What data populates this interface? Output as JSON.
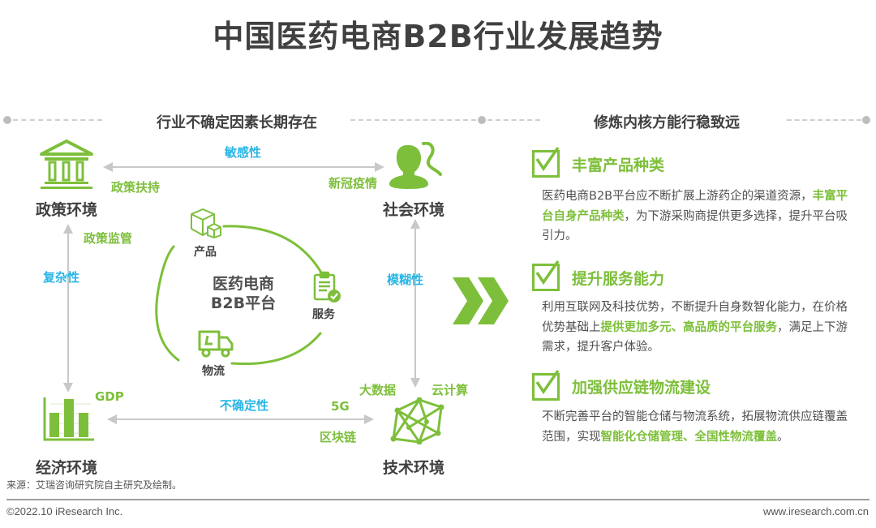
{
  "title": "中国医药电商B2B行业发展趋势",
  "left_section": {
    "heading": "行业不确定因素长期存在",
    "environments": {
      "policy": {
        "label": "政策环境",
        "icon": "government-building-icon"
      },
      "society": {
        "label": "社会环境",
        "icon": "people-icon"
      },
      "economy": {
        "label": "经济环境",
        "icon": "bar-chart-icon"
      },
      "technology": {
        "label": "技术环境",
        "icon": "network-mesh-icon"
      }
    },
    "edge_labels": {
      "top": "敏感性",
      "left": "复杂性",
      "right": "模糊性",
      "bottom": "不确定性"
    },
    "factors": {
      "policy_support": "政策扶持",
      "policy_regulation": "政策监管",
      "covid": "新冠疫情",
      "gdp": "GDP",
      "big_data": "大数据",
      "cloud_computing": "云计算",
      "five_g": "5G",
      "blockchain": "区块链"
    },
    "center": {
      "line1": "医药电商",
      "line2": "B2B平台",
      "nodes": [
        {
          "label": "产品",
          "icon": "boxes-icon"
        },
        {
          "label": "服务",
          "icon": "clipboard-check-icon"
        },
        {
          "label": "物流",
          "icon": "delivery-truck-icon"
        }
      ]
    }
  },
  "right_section": {
    "heading": "修炼内核方能行稳致远",
    "items": [
      {
        "title": "丰富产品种类",
        "body_parts": [
          {
            "text": "医药电商B2B平台应不断扩展上游药企的渠道资源，",
            "highlight": false
          },
          {
            "text": "丰富平台自身产品种类",
            "highlight": true
          },
          {
            "text": "，为下游采购商提供更多选择，提升平台吸引力。",
            "highlight": false
          }
        ]
      },
      {
        "title": "提升服务能力",
        "body_parts": [
          {
            "text": "利用互联网及科技优势，不断提升自身数智化能力，在价格优势基础上",
            "highlight": false
          },
          {
            "text": "提供更加多元、高品质的平台服务",
            "highlight": true
          },
          {
            "text": "，满足上下游需求，提升客户体验。",
            "highlight": false
          }
        ]
      },
      {
        "title": "加强供应链物流建设",
        "body_parts": [
          {
            "text": "不断完善平台的智能仓储与物流系统，拓展物流供应链覆盖范围，实现",
            "highlight": false
          },
          {
            "text": "智能化仓储管理、全国性物流覆盖",
            "highlight": true
          },
          {
            "text": "。",
            "highlight": false
          }
        ]
      }
    ]
  },
  "source": "来源：艾瑞咨询研究院自主研究及绘制。",
  "footer": {
    "copyright": "©2022.10 iResearch Inc.",
    "website": "www.iresearch.com.cn"
  },
  "colors": {
    "green": "#7dbf3a",
    "blue": "#29b6e6",
    "dark_text": "#404040",
    "gray_line": "#c8c8c8"
  }
}
